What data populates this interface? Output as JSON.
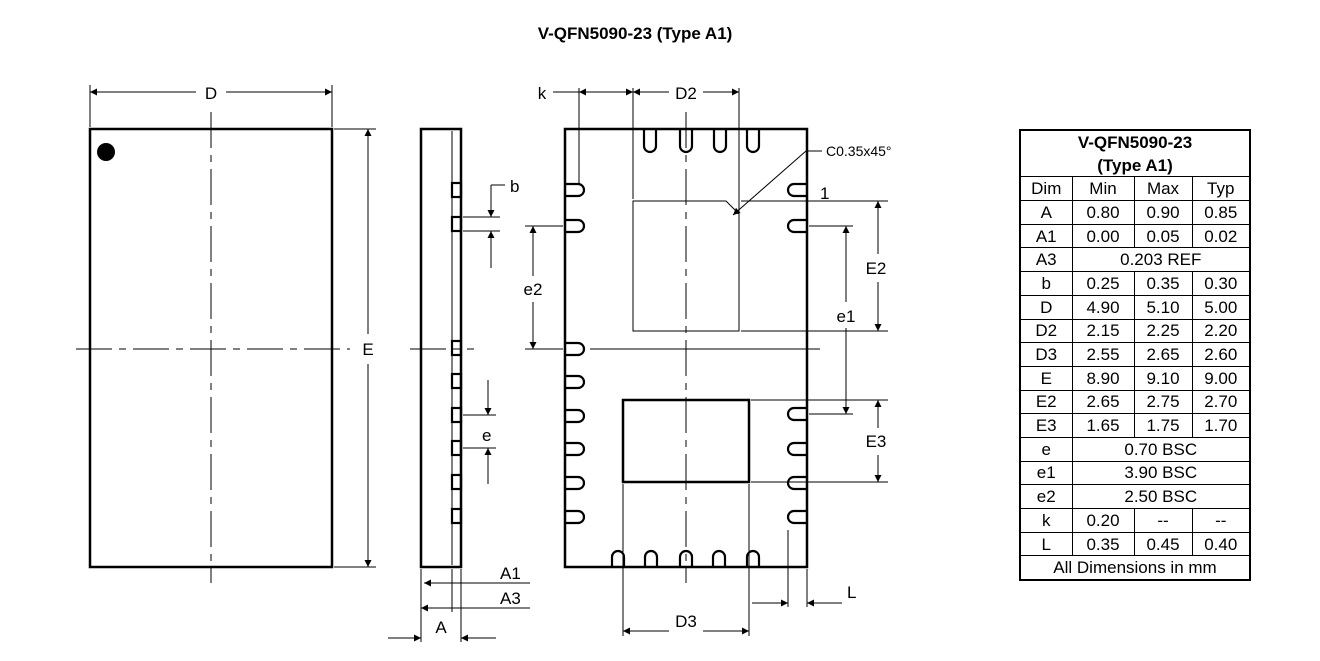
{
  "title": "V-QFN5090-23 (Type A1)",
  "labels": {
    "D": "D",
    "E": "E",
    "b": "b",
    "e": "e",
    "A": "A",
    "A1": "A1",
    "A3": "A3",
    "k": "k",
    "D2": "D2",
    "D3": "D3",
    "e1": "e1",
    "e2": "e2",
    "E2": "E2",
    "E3": "E3",
    "L": "L",
    "pin1": "1",
    "chamfer": "C0.35x45°"
  },
  "table": {
    "title_line1": "V-QFN5090-23",
    "title_line2": "(Type A1)",
    "headers": [
      "Dim",
      "Min",
      "Max",
      "Typ"
    ],
    "rows": [
      {
        "dim": "A",
        "min": "0.80",
        "max": "0.90",
        "typ": "0.85"
      },
      {
        "dim": "A1",
        "min": "0.00",
        "max": "0.05",
        "typ": "0.02"
      },
      {
        "dim": "A3",
        "span": "0.203 REF"
      },
      {
        "dim": "b",
        "min": "0.25",
        "max": "0.35",
        "typ": "0.30"
      },
      {
        "dim": "D",
        "min": "4.90",
        "max": "5.10",
        "typ": "5.00"
      },
      {
        "dim": "D2",
        "min": "2.15",
        "max": "2.25",
        "typ": "2.20"
      },
      {
        "dim": "D3",
        "min": "2.55",
        "max": "2.65",
        "typ": "2.60"
      },
      {
        "dim": "E",
        "min": "8.90",
        "max": "9.10",
        "typ": "9.00"
      },
      {
        "dim": "E2",
        "min": "2.65",
        "max": "2.75",
        "typ": "2.70"
      },
      {
        "dim": "E3",
        "min": "1.65",
        "max": "1.75",
        "typ": "1.70"
      },
      {
        "dim": "e",
        "span": "0.70 BSC"
      },
      {
        "dim": "e1",
        "span": "3.90 BSC"
      },
      {
        "dim": "e2",
        "span": "2.50 BSC"
      },
      {
        "dim": "k",
        "min": "0.20",
        "max": "--",
        "typ": "--"
      },
      {
        "dim": "L",
        "min": "0.35",
        "max": "0.45",
        "typ": "0.40"
      }
    ],
    "footer": "All Dimensions in mm"
  }
}
